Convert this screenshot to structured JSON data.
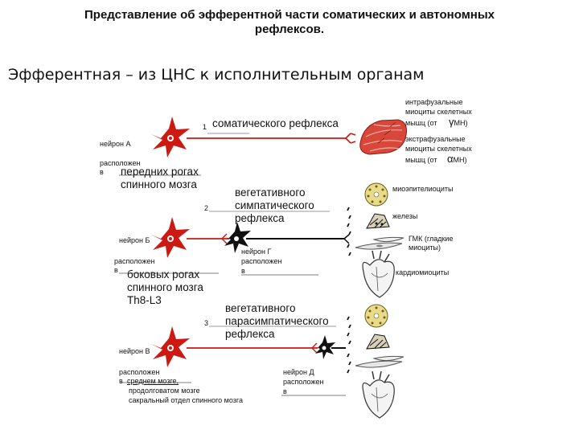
{
  "header": {
    "title_line1": "Представление об эфферентной части соматических и автономных",
    "title_line2": "рефлексов.",
    "subtitle": "Эфферентная – из ЦНС к исполнительным органам"
  },
  "somatic": {
    "number": "1",
    "reflex_label": "соматического рефлекса",
    "neuron": "нейрон А",
    "located_prefix": "расположен",
    "located_in": "в",
    "location_line1": "передних рогах",
    "location_line2": "спинного мозга"
  },
  "sympathetic": {
    "number": "2",
    "reflex_line1": "вегетативного",
    "reflex_line2": "симпатического",
    "reflex_line3": "рефлекса",
    "neuron": "нейрон Б",
    "located_prefix": "расположен",
    "located_in": "в",
    "location_line1": "боковых рогах",
    "location_line2": "спинного мозга",
    "location_line3": "Th8-L3",
    "neuron2_line1": "нейрон Г",
    "neuron2_line2": "расположен",
    "neuron2_line3": "в"
  },
  "parasympathetic": {
    "number": "3",
    "reflex_line1": "вегетативного",
    "reflex_line2": "парасимпатического",
    "reflex_line3": "рефлекса",
    "neuron": "нейрон В",
    "located_prefix": "расположен",
    "located_in": "в",
    "location_line1": "среднем мозге,",
    "location_line2": "продолговатом мозге",
    "location_line3": "сакральный отдел спинного мозга",
    "neuron2_line1": "нейрон Д",
    "neuron2_line2": "расположен",
    "neuron2_line3": "в"
  },
  "effectors": {
    "intrafusal_line1": "интрафузальные",
    "intrafusal_line2": "миоциты скелетных",
    "intrafusal_line3": "мышц (от",
    "intrafusal_symbol": "γ",
    "intrafusal_end": "МН)",
    "extrafusal_line1": "экстрафузальные",
    "extrafusal_line2": "миоциты скелетных",
    "extrafusal_line3": "мышц (от",
    "extrafusal_symbol": "α",
    "extrafusal_end": "МН)",
    "myoepithelial": "миоэпителиоциты",
    "glands": "железы",
    "smooth_line1": "ГМК (гладкие",
    "smooth_line2": "миоциты)",
    "cardio": "кардиомиоциты"
  },
  "colors": {
    "red_neuron": "#cc1a12",
    "black_neuron": "#111111",
    "muscle": "#d9473a",
    "gland_yellow": "#e8dc8a"
  }
}
